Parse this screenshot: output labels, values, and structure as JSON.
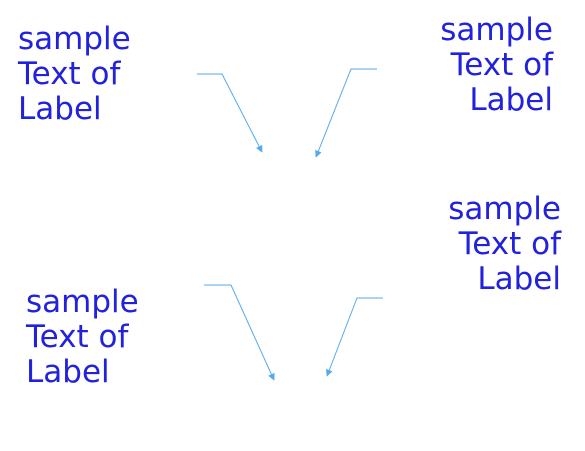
{
  "colors": {
    "label_text": "#2222dd",
    "leader_line": "#55aaee"
  },
  "labels": [
    {
      "id": "label-1",
      "lines": [
        "sample",
        "Text of",
        "Label"
      ],
      "align": "left"
    },
    {
      "id": "label-2",
      "lines": [
        "sample",
        "Text of",
        "Label"
      ],
      "align": "right"
    },
    {
      "id": "label-3",
      "lines": [
        "sample",
        "Text of",
        "Label"
      ],
      "align": "right"
    },
    {
      "id": "label-4",
      "lines": [
        "sample",
        "Text of",
        "Label"
      ],
      "align": "left"
    }
  ]
}
